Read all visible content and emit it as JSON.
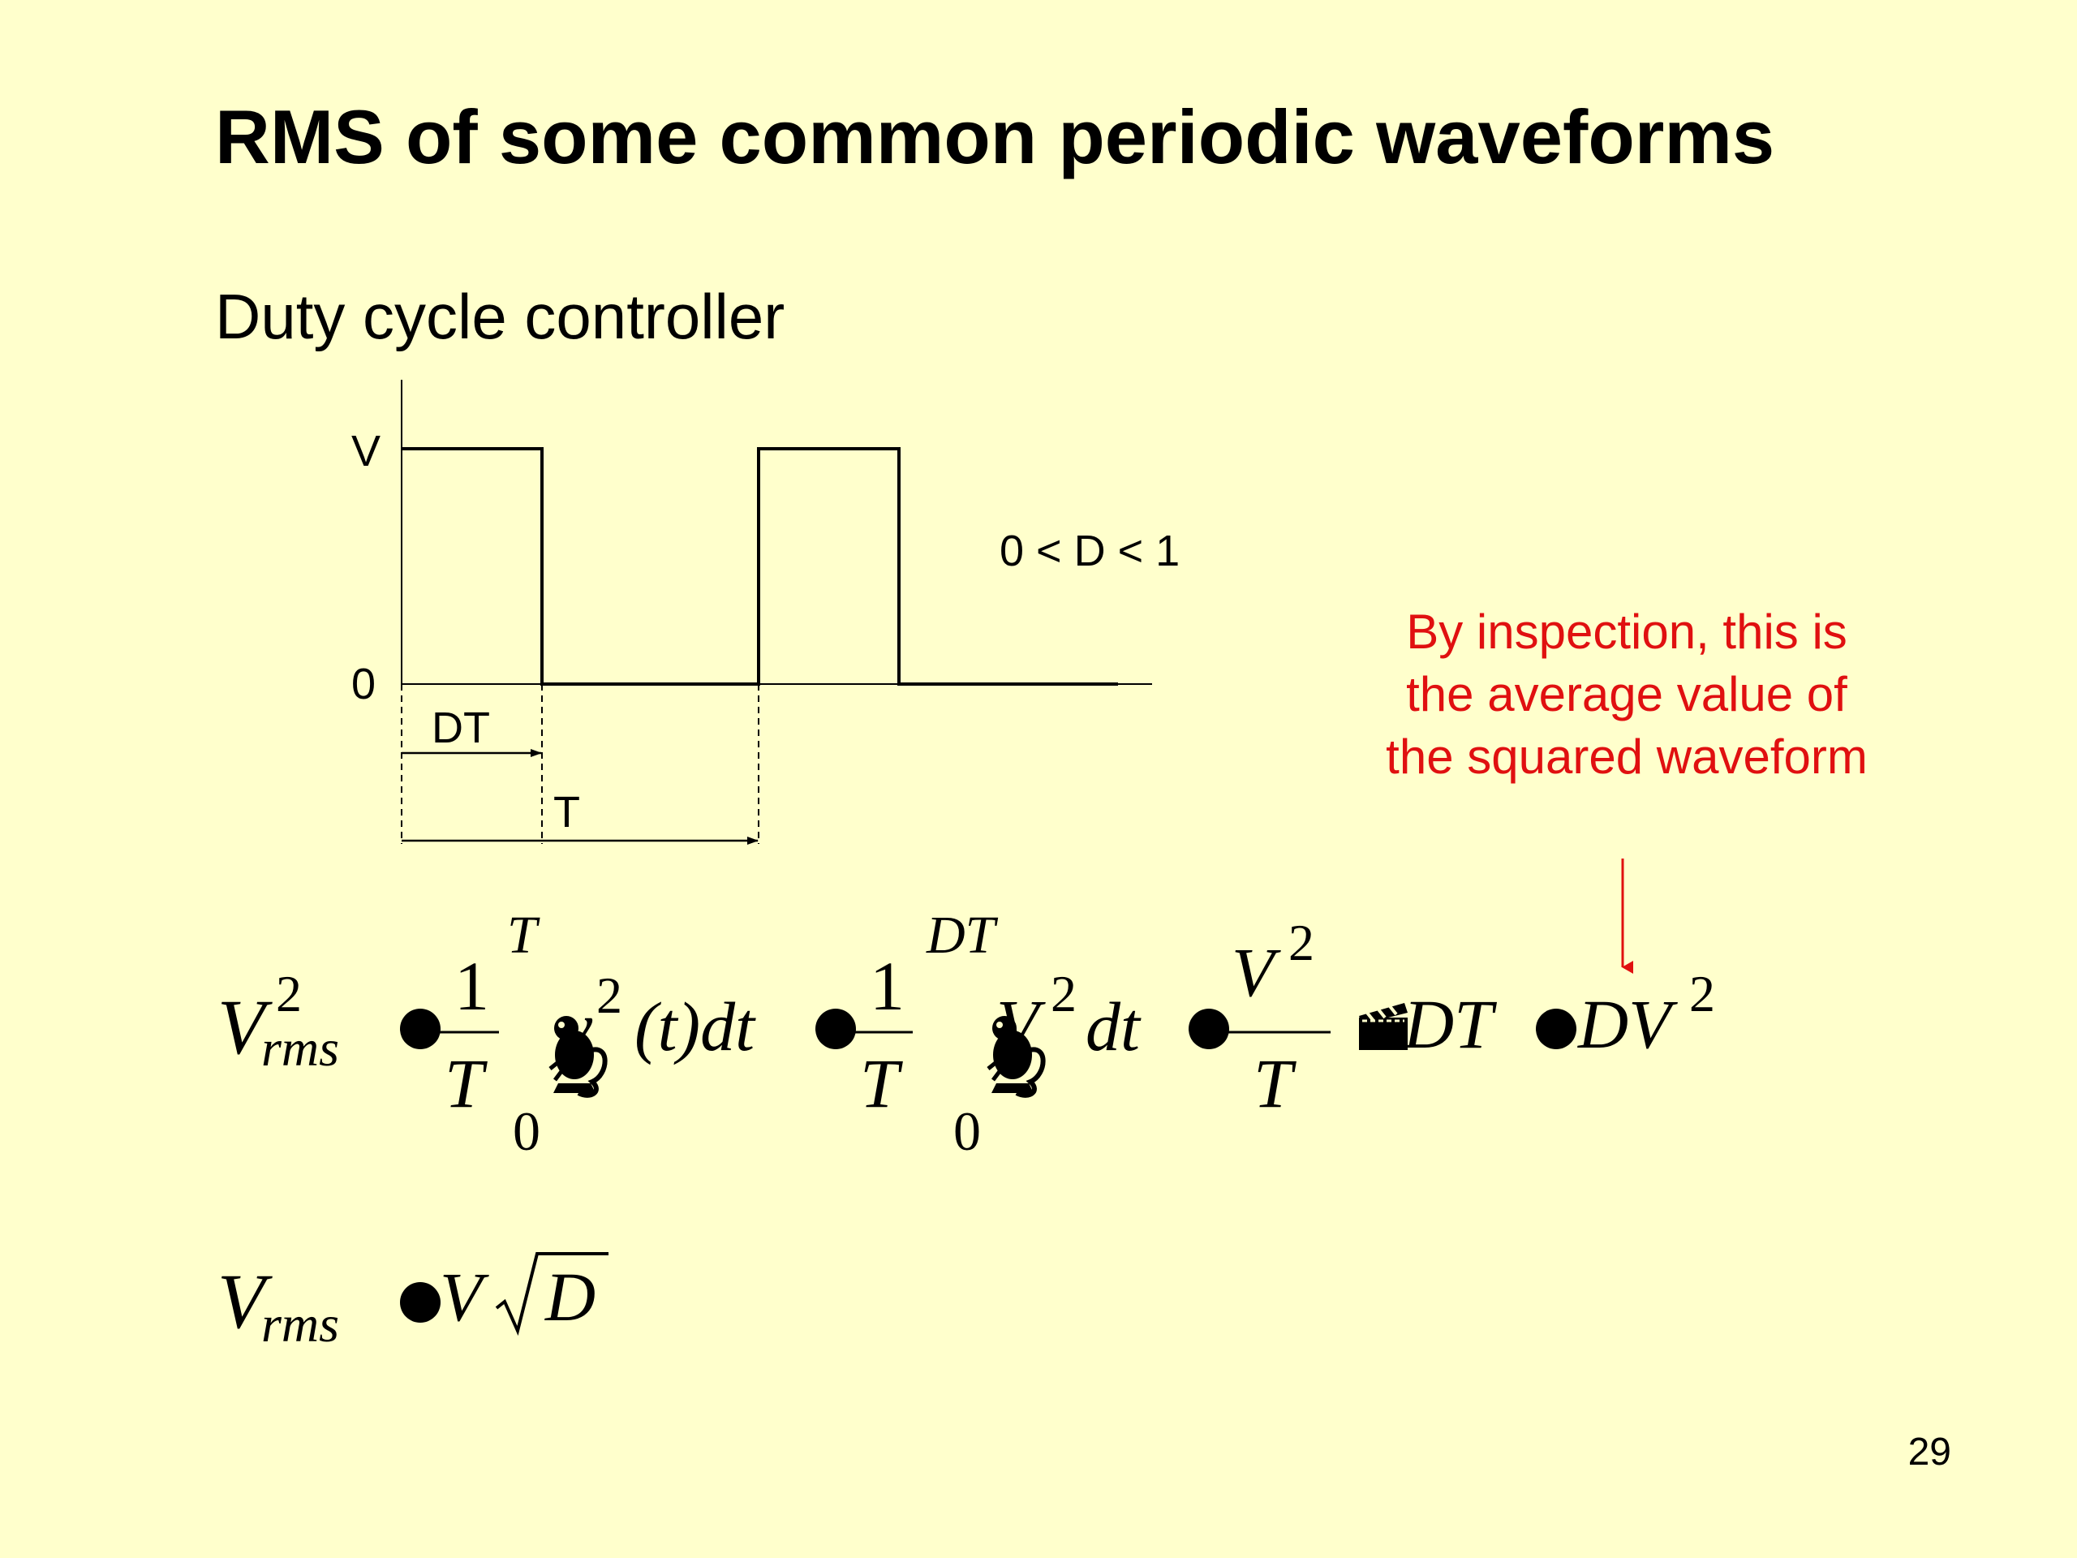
{
  "slide": {
    "title": "RMS of some common periodic waveforms",
    "subtitle": "Duty cycle controller",
    "page_number": "29"
  },
  "waveform": {
    "y_high_label": "V",
    "y_low_label": "0",
    "duty_label": "DT",
    "period_label": "T",
    "condition_label": "0 < D < 1"
  },
  "annotation": {
    "text": "By inspection, this is the average value of the squared waveform",
    "color": "#E01010"
  },
  "equation1": {
    "lhs_base": "V",
    "lhs_sup": "2",
    "lhs_sub": "rms",
    "frac_num": "1",
    "frac_den": "T",
    "int1_upper": "T",
    "int1_lower": "0",
    "int1_body_v": "v",
    "int1_body_sup": "2",
    "int1_body_rest": "(t)dt",
    "int2_upper": "DT",
    "int2_lower": "0",
    "int2_body_v": "V",
    "int2_body_sup": "2",
    "int2_body_rest": "dt",
    "frac3_num": "V",
    "frac3_num_sup": "2",
    "frac3_den": "T",
    "term_dt": "DT",
    "result": "DV",
    "result_sup": "2"
  },
  "equation2": {
    "lhs_base": "V",
    "lhs_sub": "rms",
    "rhs_v": "V",
    "rhs_d": "D"
  },
  "icons": {
    "equals_glyph": "filled-circle-icon",
    "integral_glyph": "chipmunk-icon",
    "times_glyph": "clapperboard-icon"
  }
}
